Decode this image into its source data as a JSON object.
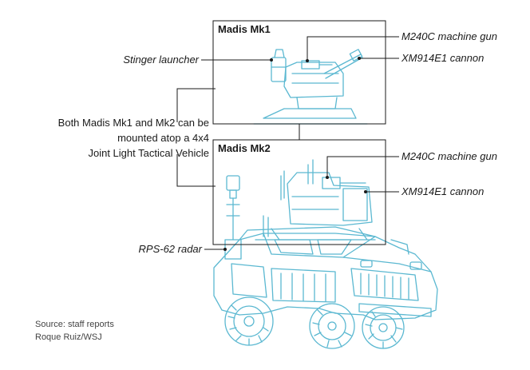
{
  "boxes": {
    "mk1_title": "Madis Mk1",
    "mk2_title": "Madis Mk2"
  },
  "labels": {
    "mk1_machine_gun": "M240C machine gun",
    "mk1_cannon": "XM914E1 cannon",
    "mk1_stinger": "Stinger launcher",
    "mk2_machine_gun": "M240C machine gun",
    "mk2_cannon": "XM914E1 cannon",
    "mk2_radar": "RPS-62 radar"
  },
  "caption": {
    "line1": "Both Madis Mk1 and Mk2 can be",
    "line2": "mounted atop a 4x4",
    "line3": "Joint Light Tactical Vehicle"
  },
  "credits": {
    "source": "Source: staff reports",
    "author": "Roque Ruiz/WSJ"
  },
  "colors": {
    "illustration": "#5bb8d1",
    "frame": "#1a1a1a"
  }
}
